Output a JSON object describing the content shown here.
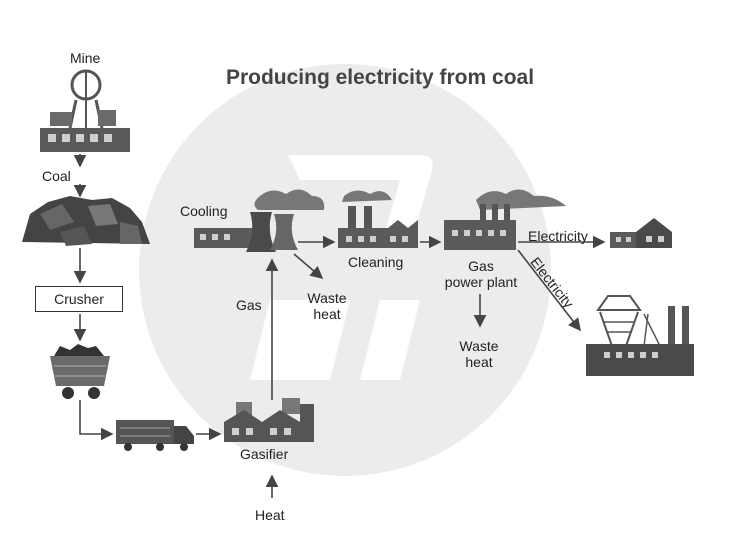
{
  "title": "Producing electricity from coal",
  "nodes": {
    "mine": "Mine",
    "coal": "Coal",
    "crusher": "Crusher",
    "gasifier": "Gasifier",
    "heat": "Heat",
    "gas": "Gas",
    "cooling": "Cooling",
    "waste_heat_cooling": [
      "Waste",
      "heat"
    ],
    "cleaning": "Cleaning",
    "gas_power_plant": [
      "Gas",
      "power plant"
    ],
    "waste_heat_plant": [
      "Waste",
      "heat"
    ],
    "electricity_house": "Electricity",
    "electricity_factory": "Electricity"
  },
  "colors": {
    "ink": "#333333",
    "building": "#5a5a5a",
    "watermark": "#ececec"
  }
}
